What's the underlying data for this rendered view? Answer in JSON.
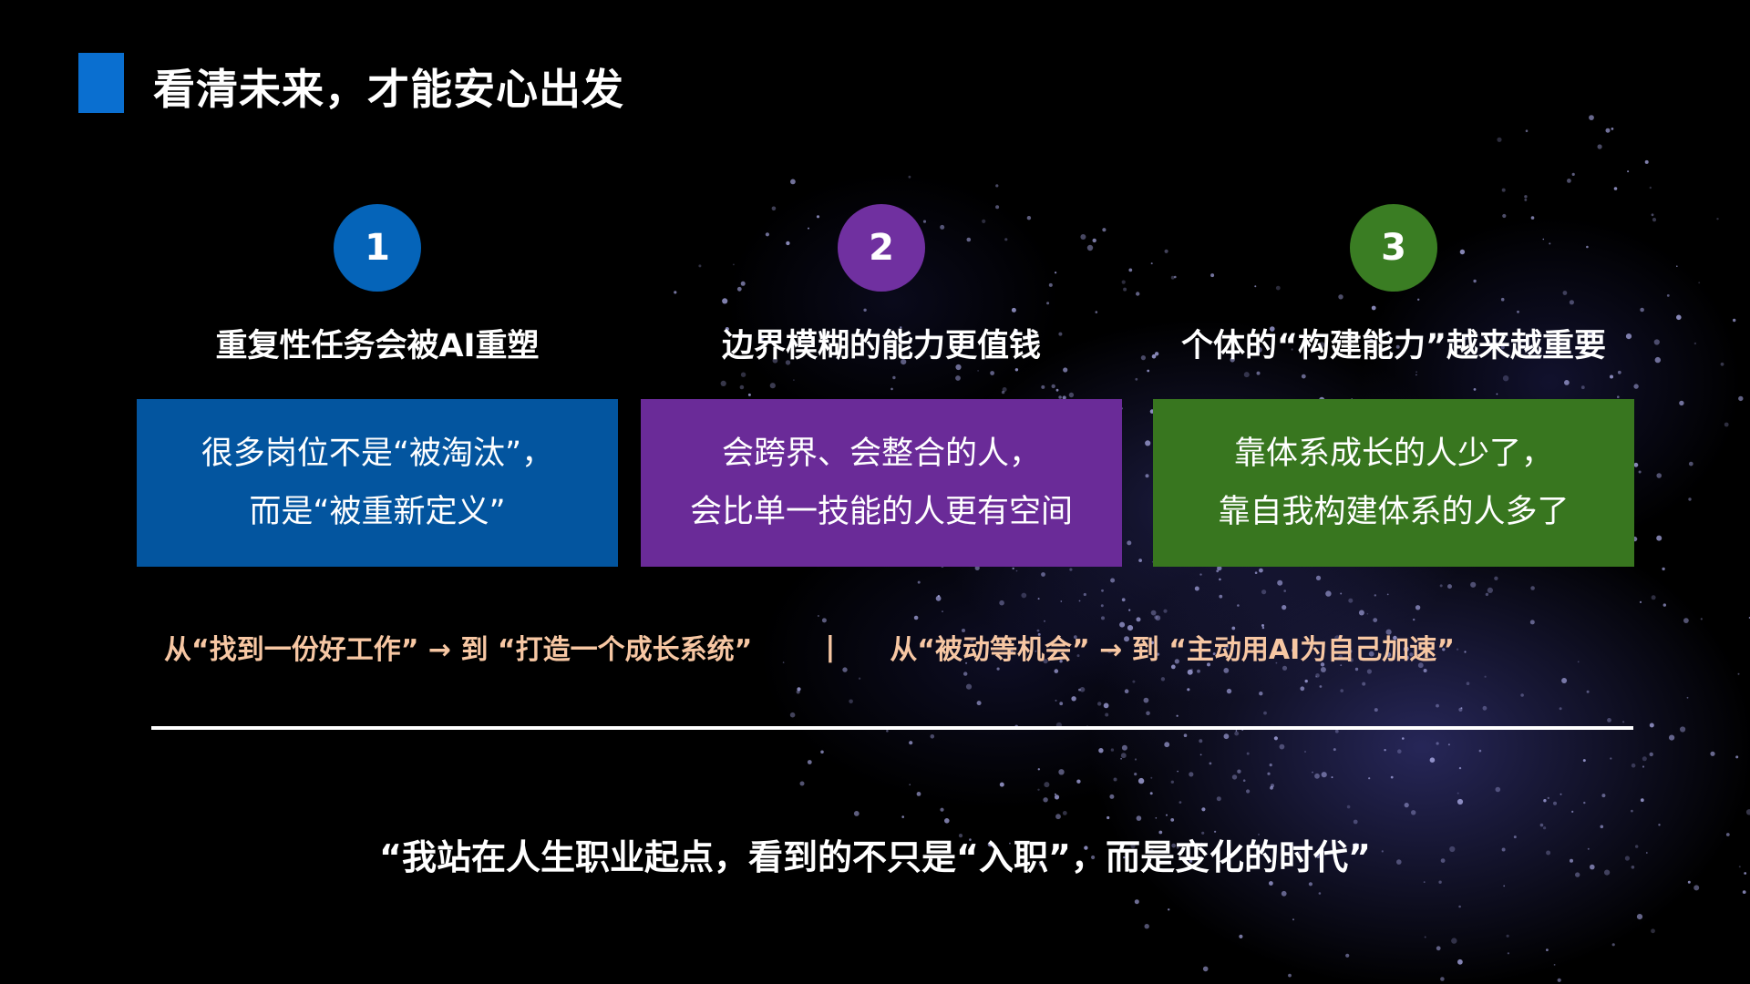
{
  "title": "看清未来，才能安心出发",
  "colors": {
    "accent_blue": "#0a6fd0",
    "col1": "#0564b9",
    "col1_card": "#03559f",
    "col2": "#7030a0",
    "col2_card": "#6a2b98",
    "col3": "#3a7d23",
    "col3_card": "#38761f",
    "transition_text": "#f7c7a3"
  },
  "columns": [
    {
      "number": "1",
      "heading": "重复性任务会被AI重塑",
      "card_lines": [
        "很多岗位不是“被淘汰”，",
        "而是“被重新定义”"
      ]
    },
    {
      "number": "2",
      "heading": "边界模糊的能力更值钱",
      "card_lines": [
        "会跨界、会整合的人，",
        "会比单一技能的人更有空间"
      ]
    },
    {
      "number": "3",
      "heading": "个体的“构建能力”越来越重要",
      "card_lines": [
        "靠体系成长的人少了，",
        "靠自我构建体系的人多了"
      ]
    }
  ],
  "transition": {
    "left": "从“找到一份好工作” → 到 “打造一个成长系统”",
    "separator": "|",
    "right": "从“被动等机会” → 到 “主动用AI为自己加速”"
  },
  "quote": "“我站在人生职业起点，看到的不只是“入职”，而是变化的时代”"
}
